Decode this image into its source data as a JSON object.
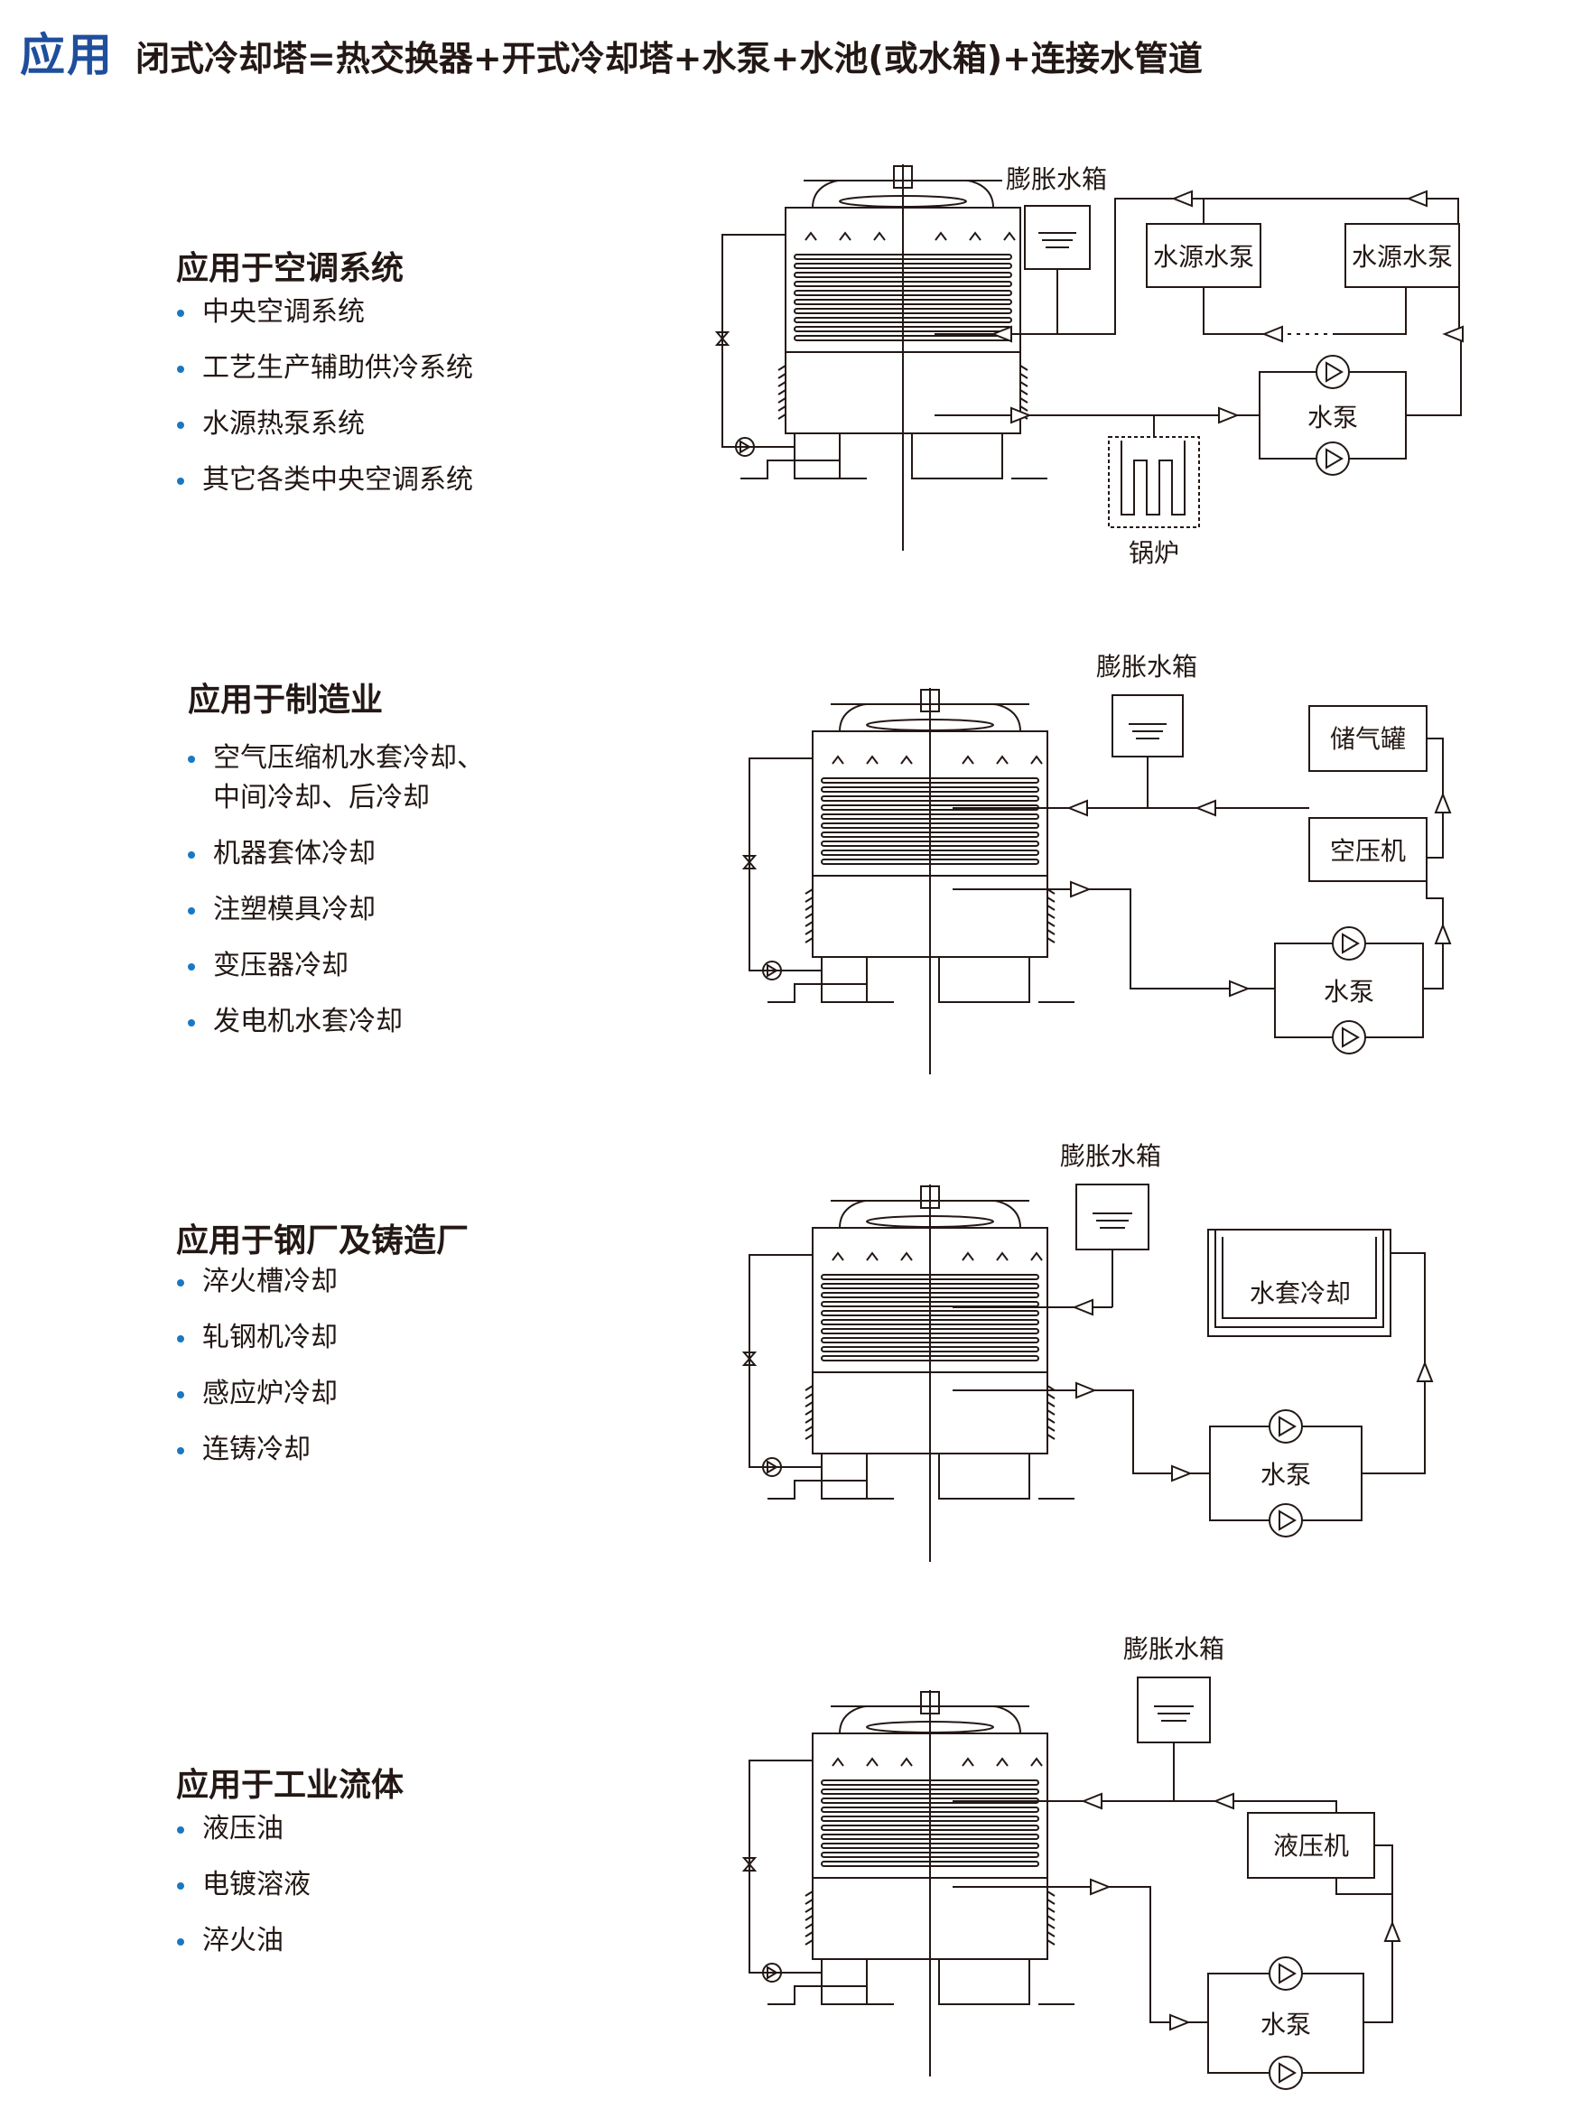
{
  "header": {
    "tag": "应用",
    "formula": "闭式冷却塔=热交换器+开式冷却塔+水泵+水池(或水箱)+连接水管道"
  },
  "colors": {
    "accent": "#1f4e9c",
    "bullet": "#1a78c2",
    "line": "#231815"
  },
  "sections": [
    {
      "title": "应用于空调系统",
      "items": [
        "中央空调系统",
        "工艺生产辅助供冷系统",
        "水源热泵系统",
        "其它各类中央空调系统"
      ],
      "diagram": {
        "tank": "膨胀水箱",
        "source_pump_1": "水源水泵",
        "source_pump_2": "水源水泵",
        "pump": "水泵",
        "boiler": "锅炉"
      }
    },
    {
      "title": "应用于制造业",
      "items": [
        "空气压缩机水套冷却、\n中间冷却、后冷却",
        "机器套体冷却",
        "注塑模具冷却",
        "变压器冷却",
        "发电机水套冷却"
      ],
      "diagram": {
        "tank": "膨胀水箱",
        "receiver": "储气罐",
        "compressor": "空压机",
        "pump": "水泵"
      }
    },
    {
      "title": "应用于钢厂及铸造厂",
      "items": [
        "淬火槽冷却",
        "轧钢机冷却",
        "感应炉冷却",
        "连铸冷却"
      ],
      "diagram": {
        "tank": "膨胀水箱",
        "jacket": "水套冷却",
        "pump": "水泵"
      }
    },
    {
      "title": "应用于工业流体",
      "items": [
        "液压油",
        "电镀溶液",
        "淬火油"
      ],
      "diagram": {
        "tank": "膨胀水箱",
        "hydraulic": "液压机",
        "pump": "水泵"
      }
    }
  ]
}
